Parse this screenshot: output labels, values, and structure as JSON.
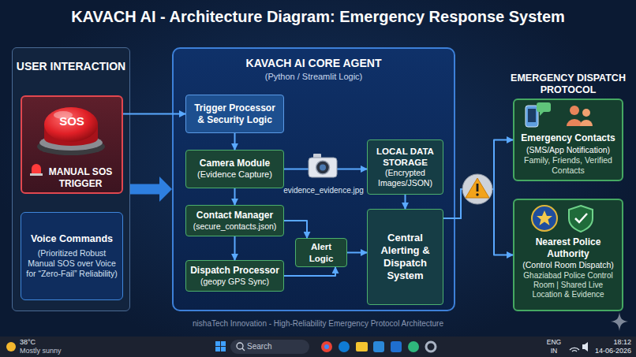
{
  "diagram": {
    "title": "KAVACH AI - Architecture Diagram: Emergency Response System",
    "nodes": [
      {
        "text": [
          "USER INTERACTION"
        ]
      },
      {
        "text": [
          "SOS",
          "MANUAL SOS TRIGGER"
        ],
        "in": 0
      },
      {
        "text": [
          "Voice Commands",
          "(Prioritized Robust Manual SOS over Voice for “Zero-Fail” Reliability)"
        ],
        "in": 0
      },
      {
        "text": [
          "KAVACH AI CORE AGENT",
          "(Python / Streamlit Logic)"
        ]
      },
      {
        "text": [
          "Trigger Processor & Security Logic"
        ],
        "in": 3
      },
      {
        "text": [
          "Camera Module",
          "(Evidence Capture)"
        ],
        "in": 3
      },
      {
        "text": [
          "Contact Manager",
          "(secure_contacts.json)"
        ],
        "in": 3
      },
      {
        "text": [
          "Dispatch Processor",
          "(geopy GPS Sync)"
        ],
        "in": 3
      },
      {
        "text": [
          "LOCAL DATA STORAGE",
          "(Encrypted Images/JSON)"
        ],
        "in": 3
      },
      {
        "text": [
          "Alert Logic"
        ],
        "in": 3
      },
      {
        "text": [
          "Central Alerting & Dispatch System"
        ],
        "in": 3
      },
      {
        "text": [
          "Emergency Contacts",
          "(SMS/App Notification)",
          "Family, Friends, Verified Contacts"
        ]
      },
      {
        "text": [
          "Nearest Police Authority",
          "(Control Room Dispatch)",
          "Ghaziabad Police Control Room | Shared Live Location & Evidence"
        ]
      }
    ],
    "edges": [
      {
        "from": 1,
        "to": 4,
        "arrow": "to"
      },
      {
        "from": 0,
        "to": 3,
        "arrow": "to"
      },
      {
        "from": 4,
        "to": 5,
        "arrow": "to"
      },
      {
        "from": 5,
        "to": 6,
        "arrow": "to"
      },
      {
        "from": 6,
        "to": 7,
        "arrow": "to"
      },
      {
        "from": 5,
        "to": 8,
        "arrow": "to"
      },
      {
        "from": 6,
        "to": 9,
        "arrow": "to"
      },
      {
        "from": 7,
        "to": 9,
        "arrow": "to"
      },
      {
        "from": 9,
        "to": 10,
        "arrow": "to"
      },
      {
        "from": 8,
        "to": 10,
        "arrow": "to"
      },
      {
        "from": 10,
        "to": 11,
        "arrow": "to"
      },
      {
        "from": 10,
        "to": 12,
        "arrow": "to"
      }
    ],
    "labels": [
      "evidence_evidence.jpg",
      "EMERGENCY DISPATCH PROTOCOL",
      "nishaTech Innovation - High-Reliability Emergency Protocol Architecture",
      "38°C",
      "Mostly sunny",
      "Search",
      "ENG",
      "IN",
      "18:12",
      "14-06-2026"
    ]
  }
}
